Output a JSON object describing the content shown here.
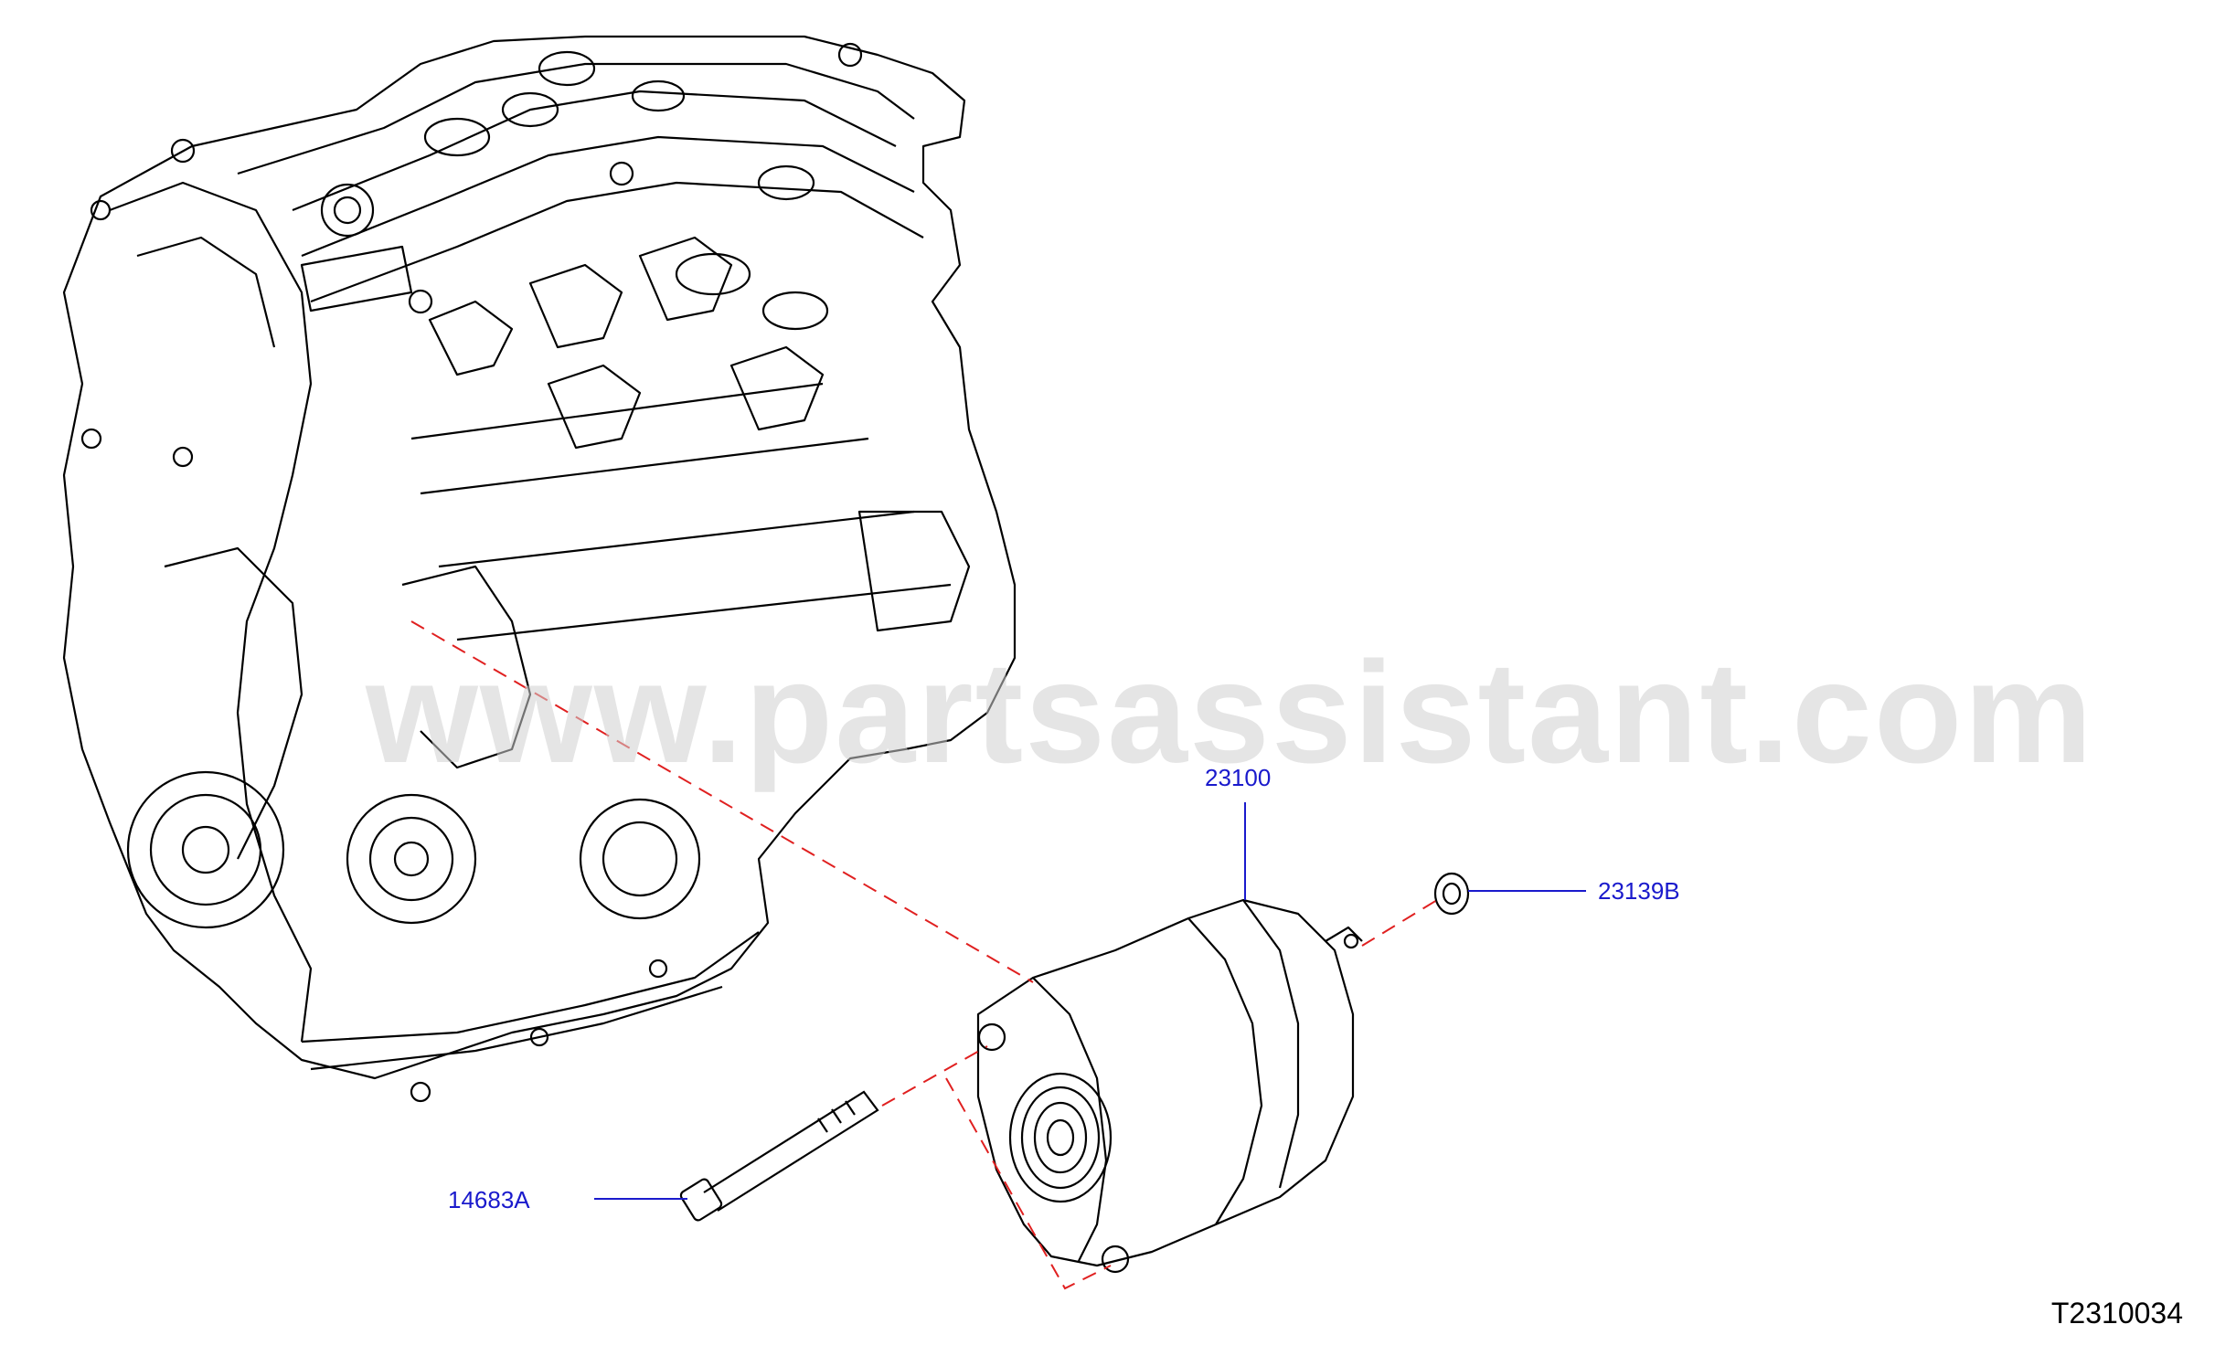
{
  "watermark": "www.partsassistant.com",
  "diagram_id": "T2310034",
  "callouts": {
    "alternator": "23100",
    "nut": "23139B",
    "bolt": "14683A"
  },
  "colors": {
    "line_art": "#000000",
    "callout_text": "#1a1acc",
    "leader_line": "#1a1acc",
    "dashed_guide": "#e02020",
    "watermark": "#d0d0d0"
  }
}
